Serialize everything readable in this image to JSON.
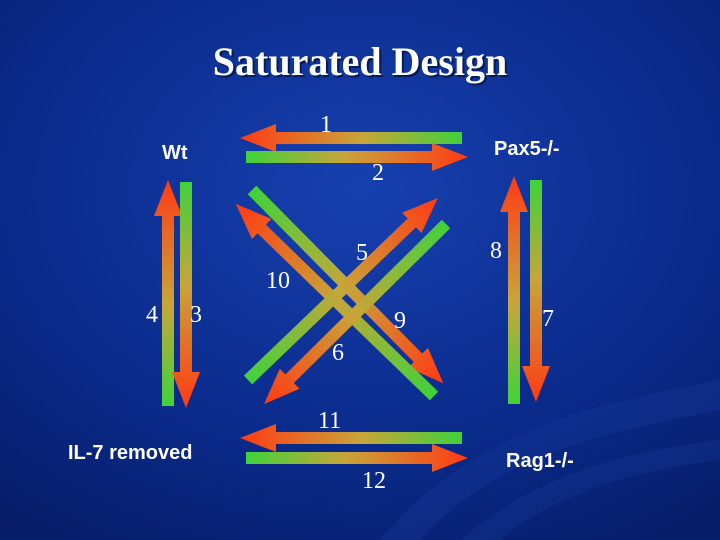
{
  "title": "Saturated Design",
  "nodes": {
    "wt": "Wt",
    "pax5": "Pax5-/-",
    "il7": "IL-7 removed",
    "rag1": "Rag1-/-"
  },
  "comparisons": [
    "1",
    "2",
    "3",
    "4",
    "5",
    "6",
    "7",
    "8",
    "9",
    "10",
    "11",
    "12"
  ],
  "colors": {
    "background": "#0a2a8a",
    "arrow_green": "#3fd23a",
    "arrow_orange": "#ff4a1a",
    "arrow_gold": "#c8a53a",
    "text": "#ffffff"
  }
}
